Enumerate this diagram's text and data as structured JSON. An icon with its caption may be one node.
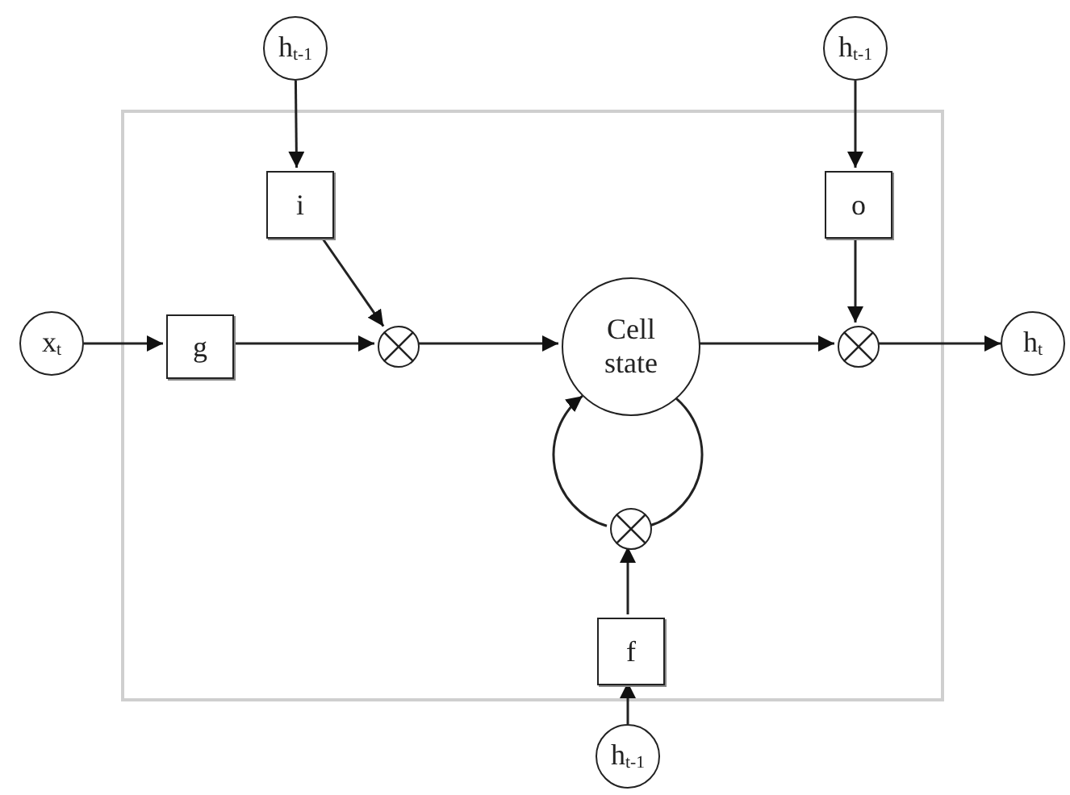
{
  "diagram": {
    "nodes": [
      {
        "text": [],
        "shape": "box"
      },
      {
        "text": [
          "h$_{t-1}$"
        ]
      },
      {
        "text": [
          "h$_{t-1}$"
        ]
      },
      {
        "text": [
          "i"
        ],
        "in": 0
      },
      {
        "text": [
          "o"
        ],
        "in": 0
      },
      {
        "text": [
          "x$_{t}$"
        ]
      },
      {
        "text": [
          "g"
        ],
        "in": 0
      },
      {
        "text": [],
        "shape": "circle",
        "in": 0
      },
      {
        "text": [
          "Cell state"
        ],
        "in": 0
      },
      {
        "text": [],
        "shape": "circle",
        "in": 0
      },
      {
        "text": [
          "h$_{t}$"
        ]
      },
      {
        "text": [],
        "shape": "circle",
        "in": 0
      },
      {
        "text": [
          "f"
        ],
        "in": 0
      },
      {
        "text": [
          "h$_{t-1}$"
        ]
      }
    ],
    "edges": [
      {
        "from": 1,
        "to": 3,
        "arrow": "to"
      },
      {
        "from": 2,
        "to": 4,
        "arrow": "to"
      },
      {
        "from": 3,
        "to": 7,
        "arrow": "to"
      },
      {
        "from": 5,
        "to": 6,
        "arrow": "to"
      },
      {
        "from": 6,
        "to": 7,
        "arrow": "to"
      },
      {
        "from": 7,
        "to": 8,
        "arrow": "to"
      },
      {
        "from": 8,
        "to": 9,
        "arrow": "to"
      },
      {
        "from": 4,
        "to": 9,
        "arrow": "to"
      },
      {
        "from": 9,
        "to": 10,
        "arrow": "to"
      },
      {
        "from": 11,
        "to": 8,
        "arrow": "to"
      },
      {
        "from": 8,
        "to": 11,
        "arrow": "none"
      },
      {
        "from": 12,
        "to": 11,
        "arrow": "to"
      },
      {
        "from": 13,
        "to": 12,
        "arrow": "to"
      }
    ]
  }
}
